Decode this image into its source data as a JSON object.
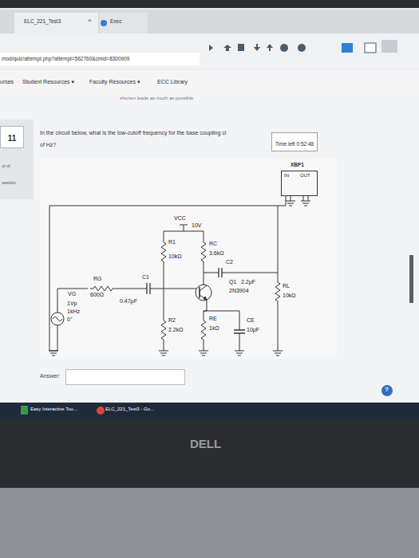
{
  "diagram": {
    "nodes": [
      {
        "text": [
          "Time left 0:52:48"
        ]
      },
      {
        "text": [
          "11"
        ]
      },
      {
        "text": [
          "XBP1",
          "IN",
          "OUT"
        ]
      },
      {
        "text": [
          "Answer:"
        ]
      }
    ],
    "labels": [
      "ELC_221_Test3",
      "×",
      "Exec",
      "mod/quiz/attempt.php?attempt=562760&cmid=8300909",
      "urses",
      "Student Resources ▾",
      "Faculty Resources ▾",
      "ECC Library",
      "shorten leads as much as possible",
      "ut of",
      "uestion",
      "In the circuit below, what is the low-cutoff frequency for the base coupling ci",
      "of Hz?",
      "VCC",
      "10V",
      "R1",
      "10kΩ",
      "RC",
      "3.6kΩ",
      "C2",
      "Q1",
      "2.2μF",
      "2N3904",
      "RG",
      "600Ω",
      "C1",
      "0.47μF",
      "VG",
      "1Vp",
      "1kHz",
      "0°",
      "R2",
      "2.2kΩ",
      "RE",
      "1kΩ",
      "CE",
      "10μF",
      "RL",
      "10kΩ",
      "?",
      "Easy Interactive Too...",
      "ELC_221_Test3 - Go...",
      "DELL"
    ]
  }
}
